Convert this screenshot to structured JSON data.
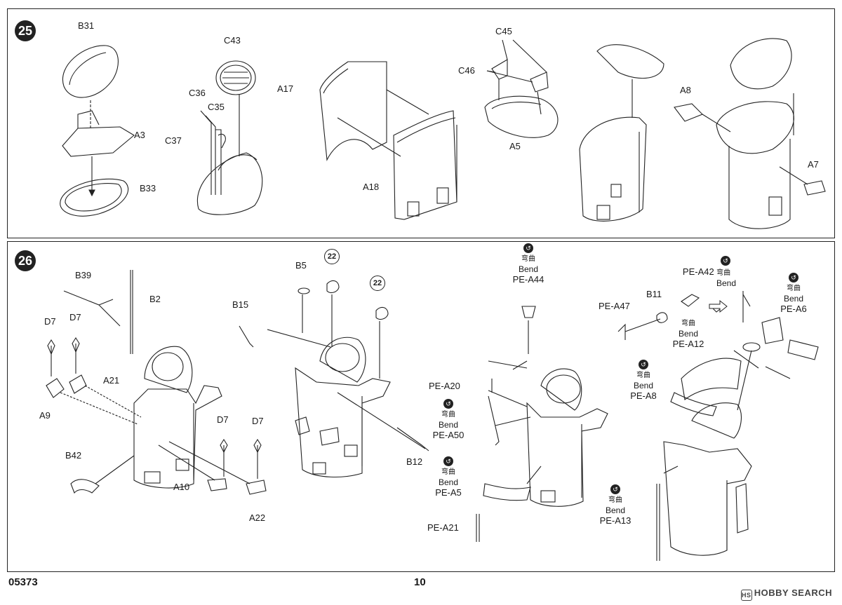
{
  "step25": {
    "number": "25",
    "labels": [
      "B31",
      "A3",
      "B33",
      "C43",
      "C36",
      "C35",
      "C37",
      "A17",
      "A18",
      "C45",
      "C46",
      "A5",
      "A8",
      "A7"
    ]
  },
  "step26": {
    "number": "26",
    "labels": [
      "B39",
      "B2",
      "D7",
      "D7",
      "A21",
      "A9",
      "B42",
      "A10",
      "D7",
      "D7",
      "A22",
      "B5",
      "B15",
      "B12"
    ],
    "refs": [
      "22",
      "22"
    ],
    "pe_labels": [
      "PE-A20",
      "PE-A21",
      "PE-A47",
      "B11",
      "PE-A13"
    ],
    "bends": [
      {
        "cn": "弯曲",
        "en": "Bend",
        "pe": "PE-A44"
      },
      {
        "cn": "弯曲",
        "en": "Bend",
        "pe": "PE-A50"
      },
      {
        "cn": "弯曲",
        "en": "Bend",
        "pe": "PE-A5"
      },
      {
        "cn": "弯曲",
        "en": "Bend",
        "pe": "PE-A42"
      },
      {
        "cn": "弯曲",
        "en": "Bend",
        "pe": "PE-A12"
      },
      {
        "cn": "弯曲",
        "en": "Bend",
        "pe": "PE-A8"
      },
      {
        "cn": "弯曲",
        "en": "Bend",
        "pe": "PE-A6"
      },
      {
        "cn": "弯曲",
        "en": "Bend",
        "pe": "PE-A13"
      }
    ]
  },
  "footer": {
    "code": "05373",
    "page": "10",
    "watermark": "HOBBY SEARCH"
  },
  "icons": {
    "bend": "bend-icon",
    "arrow": "arrow-right-icon"
  }
}
